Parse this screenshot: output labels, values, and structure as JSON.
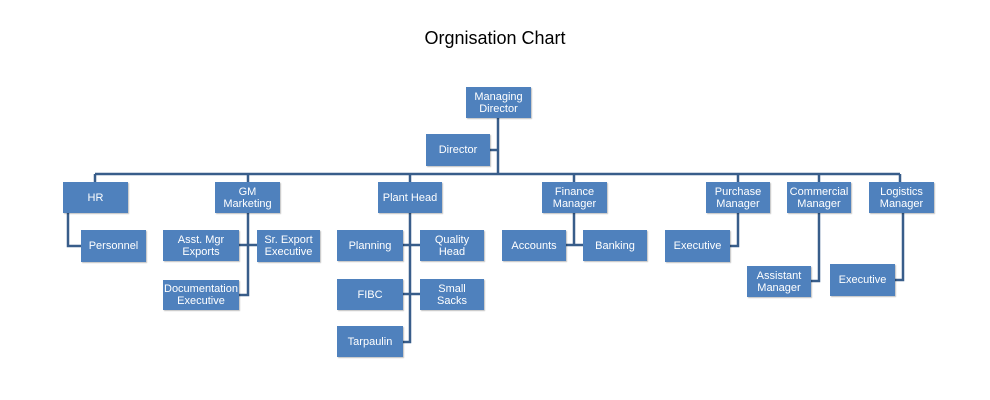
{
  "title": "Orgnisation Chart",
  "colors": {
    "box": "#4f81bd",
    "line": "#385d8a",
    "text": "#ffffff"
  },
  "nodes": {
    "managing_director": "Managing\nDirector",
    "director": "Director",
    "hr": "HR",
    "personnel": "Personnel",
    "gm_marketing": "GM\nMarketing",
    "asst_mgr_exports": "Asst. Mgr\nExports",
    "sr_export_executive": "Sr. Export\nExecutive",
    "documentation_executive": "Documentation\nExecutive",
    "plant_head": "Plant Head",
    "planning": "Planning",
    "quality_head": "Quality Head",
    "fibc": "FIBC",
    "small_sacks": "Small Sacks",
    "tarpaulin": "Tarpaulin",
    "finance_manager": "Finance\nManager",
    "accounts": "Accounts",
    "banking": "Banking",
    "purchase_manager": "Purchase\nManager",
    "purchase_executive": "Executive",
    "commercial_manager": "Commercial\nManager",
    "assistant_manager": "Assistant\nManager",
    "logistics_manager": "Logistics\nManager",
    "logistics_executive": "Executive"
  }
}
